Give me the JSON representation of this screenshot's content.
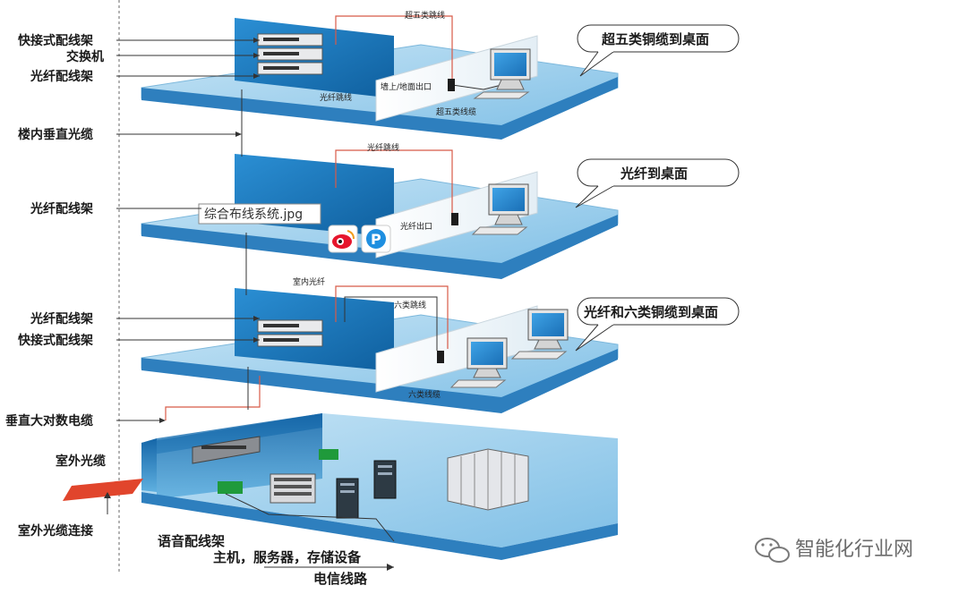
{
  "labels_left": {
    "quick_patch_panel": "快接式配线架",
    "switch": "交换机",
    "fiber_patch_panel_1": "光纤配线架",
    "vertical_fiber": "楼内垂直光缆",
    "fiber_patch_panel_2": "光纤配线架",
    "fiber_patch_panel_3": "光纤配线架",
    "quick_patch_panel_3": "快接式配线架",
    "vertical_copper": "垂直大对数电缆",
    "outdoor_fiber": "室外光缆",
    "outdoor_fiber_connect": "室外光缆连接"
  },
  "callouts": {
    "floor1": "超五类铜缆到桌面",
    "floor2": "光纤到桌面",
    "floor3": "光纤和六类铜缆到桌面"
  },
  "small_labels": {
    "cat5e_jumper": "超五类跳线",
    "fiber_jumper_1": "光纤跳线",
    "wall_outlet": "墙上/地面出口",
    "cat5e_cable": "超五类线缆",
    "fiber_jumper_2": "光纤跳线",
    "fiber_outlet": "光纤出口",
    "indoor_fiber": "室内光纤",
    "cat6_jumper": "六类跳线",
    "cat6_cable": "六类线缆"
  },
  "bottom_labels": {
    "voice_patch_panel": "语音配线架",
    "hosts_servers": "主机，服务器，存储设备",
    "telecom_line": "电信线路"
  },
  "overlay": {
    "filename": "综合布线系统.jpg"
  },
  "watermark": "智能化行业网",
  "colors": {
    "floor_top": "#a9d3ec",
    "floor_edge": "#2d88c6",
    "wall_blue": "#1e7fc7",
    "cable_red": "#d85a48",
    "outdoor_red": "#e1452c"
  }
}
